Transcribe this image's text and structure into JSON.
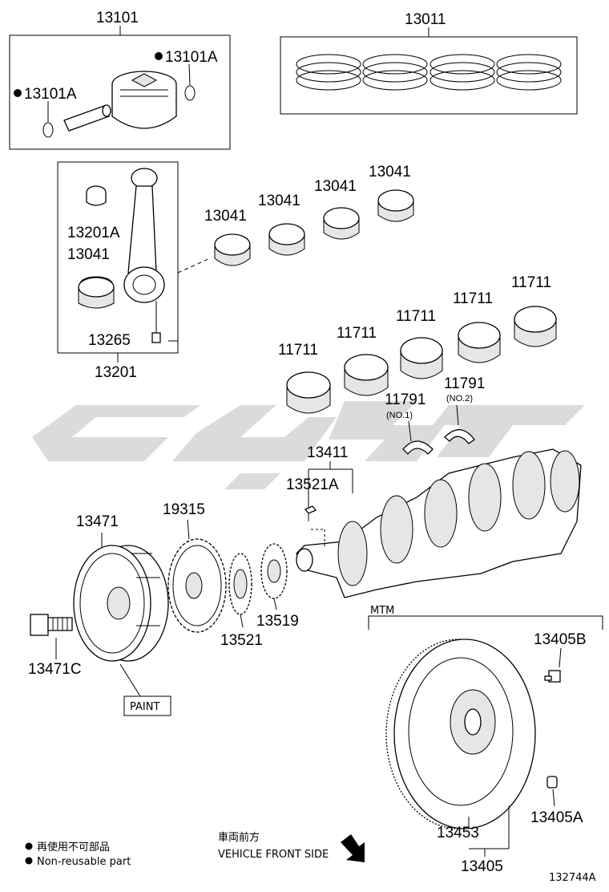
{
  "labels": {
    "l13101": "13101",
    "l13011": "13011",
    "l13101a_1": "13101A",
    "l13101a_2": "13101A",
    "l13041_1": "13041",
    "l13041_2": "13041",
    "l13041_3": "13041",
    "l13041_4": "13041",
    "l13041_5": "13041",
    "l13201a": "13201A",
    "l13265": "13265",
    "l13201": "13201",
    "l11711_1": "11711",
    "l11711_2": "11711",
    "l11711_3": "11711",
    "l11711_4": "11711",
    "l11711_5": "11711",
    "l11791_1": "11791",
    "l11791_1_sub": "(NO.1)",
    "l11791_2": "11791",
    "l11791_2_sub": "(NO.2)",
    "l13411": "13411",
    "l13521a": "13521A",
    "l13471": "13471",
    "l19315": "19315",
    "l13471c": "13471C",
    "l13521": "13521",
    "l13519": "13519",
    "paint": "PAINT",
    "mtm": "MTM",
    "l13405b": "13405B",
    "l13405a": "13405A",
    "l13453": "13453",
    "l13405": "13405"
  },
  "footer": {
    "legend_jp": "再使用不可部品",
    "legend_en": "Non-reusable part",
    "direction_jp": "車両前方",
    "direction_en": "VEHICLE FRONT SIDE",
    "drawing_no": "132744A"
  },
  "icons": {
    "non_reusable": "filled-dot-icon",
    "front_arrow": "arrow-down-right-icon",
    "watermark": "brand-watermark"
  }
}
